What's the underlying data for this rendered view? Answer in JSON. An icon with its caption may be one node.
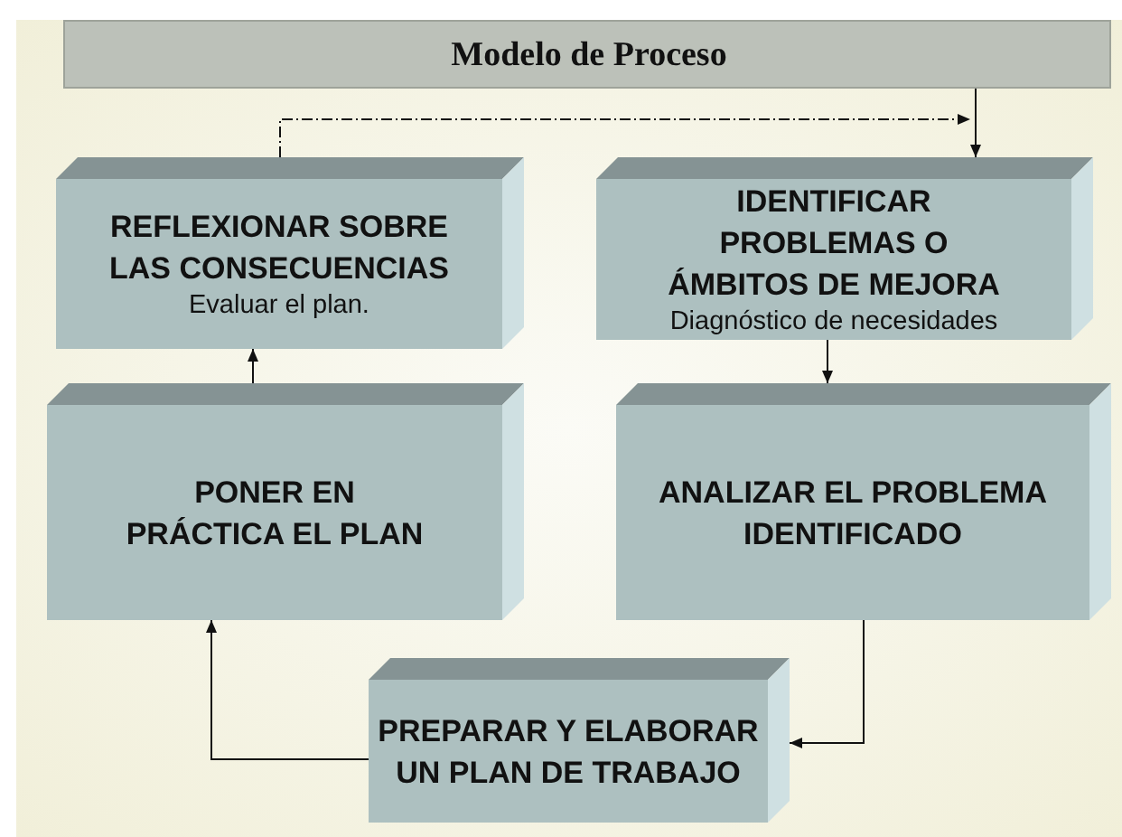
{
  "diagram": {
    "nodes": [
      {
        "text": [
          "Modelo de Proceso"
        ]
      },
      {
        "text": [
          "REFLEXIONAR SOBRE LAS CONSECUENCIAS",
          "Evaluar el plan."
        ]
      },
      {
        "text": [
          "IDENTIFICAR PROBLEMAS O ÁMBITOS DE MEJORA",
          "Diagnóstico de necesidades"
        ]
      },
      {
        "text": [
          "PONER EN PRÁCTICA EL PLAN"
        ]
      },
      {
        "text": [
          "ANALIZAR EL PROBLEMA IDENTIFICADO"
        ]
      },
      {
        "text": [
          "PREPARAR Y ELABORAR UN PLAN DE TRABAJO"
        ]
      }
    ],
    "edges": [
      {
        "from": 0,
        "to": 2,
        "arrow": "to"
      },
      {
        "from": 1,
        "to": 2,
        "arrow": "to",
        "style": "dashed"
      },
      {
        "from": 2,
        "to": 4,
        "arrow": "to"
      },
      {
        "from": 4,
        "to": 5,
        "arrow": "to"
      },
      {
        "from": 5,
        "to": 3,
        "arrow": "to"
      },
      {
        "from": 3,
        "to": 1,
        "arrow": "to"
      }
    ]
  }
}
